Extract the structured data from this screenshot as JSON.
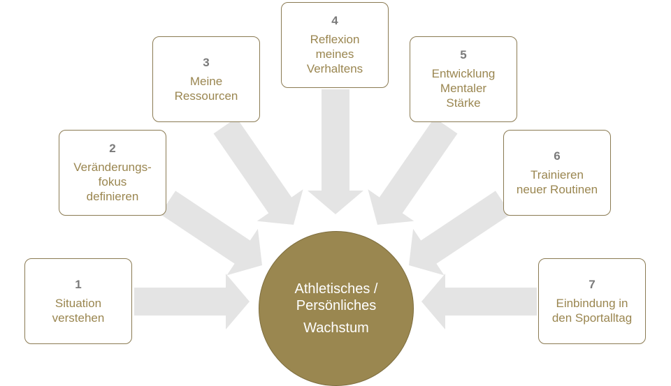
{
  "center": {
    "line1": "Athletisches /",
    "line2": "Persönliches",
    "line3": "Wachstum"
  },
  "steps": [
    {
      "number": "1",
      "label": "Situation\nverstehen"
    },
    {
      "number": "2",
      "label": "Veränderungs-\nfokus\ndefinieren"
    },
    {
      "number": "3",
      "label": "Meine\nRessourcen"
    },
    {
      "number": "4",
      "label": "Reflexion\nmeines\nVerhaltens"
    },
    {
      "number": "5",
      "label": "Entwicklung\nMentaler\nStärke"
    },
    {
      "number": "6",
      "label": "Trainieren\nneuer Routinen"
    },
    {
      "number": "7",
      "label": "Einbindung in\nden Sportalltag"
    }
  ],
  "colors": {
    "accent": "#9a8750",
    "arrow": "#e4e4e4",
    "number": "#7a7a7a"
  }
}
